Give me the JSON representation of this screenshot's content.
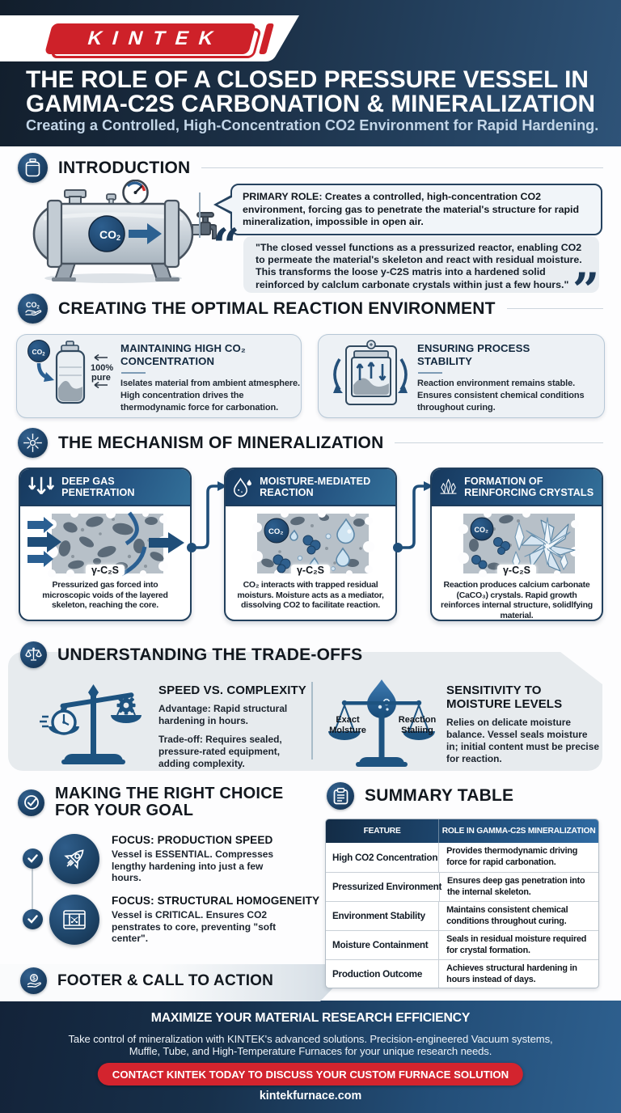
{
  "logo": {
    "text": "KINTEK"
  },
  "header": {
    "title1": "THE ROLE OF A CLOSED PRESSURE VESSEL IN",
    "title2": "GAMMA-C2S CARBONATION & MINERALIZATION",
    "subtitle": "Creating a Controlled, High-Concentration CO2 Environment for Rapid Hardening."
  },
  "intro": {
    "heading": "INTRODUCTION",
    "vessel_label": "CO₂",
    "primary_bold": "PRIMARY ROLE:",
    "primary_text": " Creates a controlled, high-concentration CO2 environment, forcing gas to penetrate the material's structure for rapid mineralization, impossible in open air.",
    "quote": "\"The closed vessel functions as a pressurized reactor, enabling CO2 to permeate the material's skeleton and react with residual moisture. This transforms the loose y-C2S matris into a hardened solid reinforced by calclum carbonate crystals within just a few hours.\"",
    "open_quote": "“",
    "close_quote": "”"
  },
  "environment": {
    "heading": "CREATING THE OPTIMAL REACTION ENVIRONMENT",
    "cards": [
      {
        "title": "MAINTAINING HIGH CO₂ CONCENTRATION",
        "body": "Iselates material from ambient atmesphere. High concentration drives the thermodynamic force for carbonation.",
        "icon_label": "CO₂",
        "annotation1": "100%",
        "annotation2": "pure"
      },
      {
        "title": "ENSURING PROCESS STABILITY",
        "body": "Reaction environment remains stable. Ensures consistent chemical conditions throughout curing."
      }
    ]
  },
  "mechanism": {
    "heading": "THE MECHANISM OF MINERALIZATION",
    "cards": [
      {
        "title": "DEEP GAS PENETRATION",
        "label": "γ-C₂S",
        "caption": "Pressurized gas forced into microscopic voids of the layered skeleton, reaching the core."
      },
      {
        "title": "MOISTURE-MEDIATED REACTION",
        "label": "γ-C₂S",
        "caption": "CO₂ interacts with trapped residual moisturs. Moisture acts as a mediator, dissolving CO2 to facilitate reaction.",
        "molecule_label": "CO₂"
      },
      {
        "title": "FORMATION OF REINFORCING CRYSTALS",
        "label": "γ-C₂S",
        "caption": "Reaction produces calcium carbonate (CaCO₃) crystals. Rapid growth reinforces internal structure, solidlfying material.",
        "molecule_label": "CO₂"
      }
    ]
  },
  "tradeoffs": {
    "heading": "UNDERSTANDING THE TRADE-OFFS",
    "left": {
      "title": "SPEED VS. COMPLEXITY",
      "adv_bold": "Advantage:",
      "adv_text": " Rapid structural hardening in hours.",
      "trade_bold": "Trade-off:",
      "trade_text": " Requires sealed, pressure-rated equipment, adding complexity."
    },
    "right": {
      "title": "SENSITIVITY TO MOISTURE LEVELS",
      "body": "Relies on delicate moisture balance. Vessel seals moisture in; initial content must be precise for reaction.",
      "pan_left": "Exact Molsture",
      "pan_right": "Reaction Staliing"
    }
  },
  "choice": {
    "heading1": "MAKING THE RIGHT CHOICE",
    "heading2": "FOR YOUR GOAL",
    "items": [
      {
        "title": "FOCUS: PRODUCTION SPEED",
        "pre": "Vessel is ",
        "bold": "ESSENTIAL.",
        "rest": " Compresses lengthy hardening into just a few hours."
      },
      {
        "title": "FOCUS: STRUCTURAL HOMOGENEITY",
        "pre": "Vessel is ",
        "bold": "CRITICAL.",
        "rest": " Ensures CO2 penstrates to core, preventing \"soft center\"."
      }
    ]
  },
  "summary": {
    "heading": "SUMMARY TABLE",
    "col1": "FEATURE",
    "col2": "ROLE IN GAMMA-C2S MINERALIZATION",
    "rows": [
      {
        "feature": "High CO2 Concentration",
        "role": "Provides thermodynamic driving force for rapid carbonation."
      },
      {
        "feature": "Pressurized Environment",
        "role": "Ensures deep gas penetration into the internal skeleton."
      },
      {
        "feature": "Environment Stability",
        "role": "Maintains consistent chemical conditions throughout curing."
      },
      {
        "feature": "Moisture Containment",
        "role": "Seals in residual moisture required for crystal formation."
      },
      {
        "feature": "Production Outcome",
        "role": "Achieves structural hardening in hours instead of days."
      }
    ]
  },
  "footer": {
    "label": "FOOTER & CALL TO ACTION",
    "headline": "MAXIMIZE YOUR MATERIAL RESEARCH EFFICIENCY",
    "line1": "Take control of mineralization with KINTEK's advanced solutions. Precision-engineered Vacuum systems,",
    "line2": "Muffle, Tube, and High-Temperature Furnaces for your unique research needs.",
    "button": "CONTACT KINTEK TODAY TO DISCUSS YOUR CUSTOM FURNACE SOLUTION",
    "website": "kintekfurnace.com"
  }
}
